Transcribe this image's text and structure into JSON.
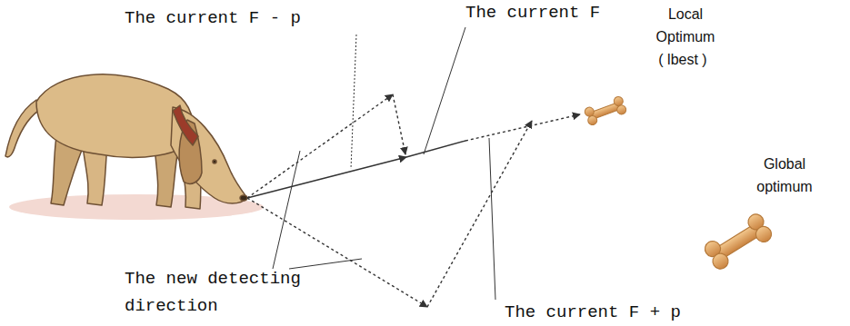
{
  "diagram": {
    "labels": [
      "The current F - p",
      "The current F",
      "Local Optimum",
      "( lbest )",
      "Global optimum",
      "The new detecting direction",
      "The current F + p"
    ]
  }
}
